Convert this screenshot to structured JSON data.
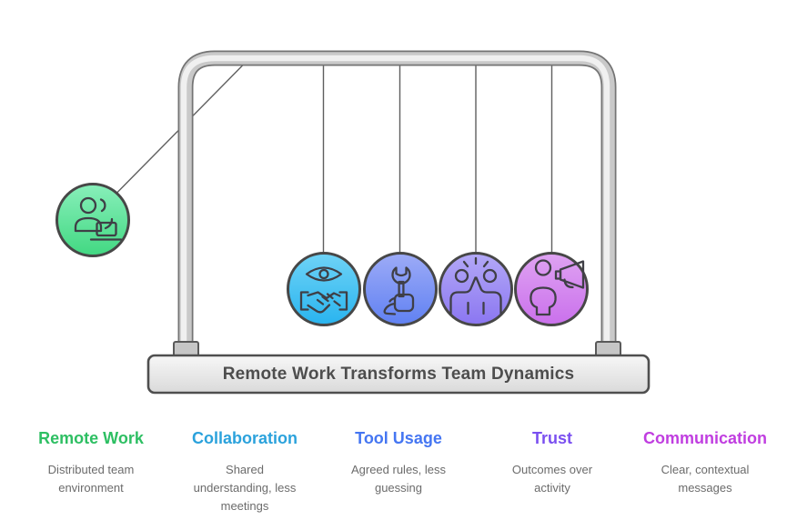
{
  "diagram": {
    "base_title": "Remote Work Transforms Team Dynamics",
    "type": "newtons-cradle-infographic",
    "swing_ball": {
      "name": "Remote Work",
      "icon": "team-laptop-icon",
      "gradient_top": "#88efba",
      "gradient_bottom": "#42d882"
    },
    "hanging_balls": [
      {
        "name": "Collaboration",
        "icon": "eye-handshake-icon",
        "gradient_top": "#6fd3f6",
        "gradient_bottom": "#29b4ef"
      },
      {
        "name": "Tool Usage",
        "icon": "wrench-hand-icon",
        "gradient_top": "#9dabf7",
        "gradient_bottom": "#6081f2"
      },
      {
        "name": "Trust",
        "icon": "high-five-icon",
        "gradient_top": "#b3a9f7",
        "gradient_bottom": "#8b76f1"
      },
      {
        "name": "Communication",
        "icon": "megaphone-person-icon",
        "gradient_top": "#dfa3f2",
        "gradient_bottom": "#ca70ec"
      }
    ],
    "frame_color": "#c9c9c9",
    "base_color": "#e8e8e8"
  },
  "legend": {
    "items": [
      {
        "title": "Remote Work",
        "subtitle": "Distributed team environment",
        "color": "#2ebf63"
      },
      {
        "title": "Collaboration",
        "subtitle": "Shared understanding, less meetings",
        "color": "#2ba2dc"
      },
      {
        "title": "Tool Usage",
        "subtitle": "Agreed rules, less guessing",
        "color": "#4576f2"
      },
      {
        "title": "Trust",
        "subtitle": "Outcomes over activity",
        "color": "#7a4ff0"
      },
      {
        "title": "Communication",
        "subtitle": "Clear, contextual messages",
        "color": "#c03ee0"
      }
    ]
  }
}
